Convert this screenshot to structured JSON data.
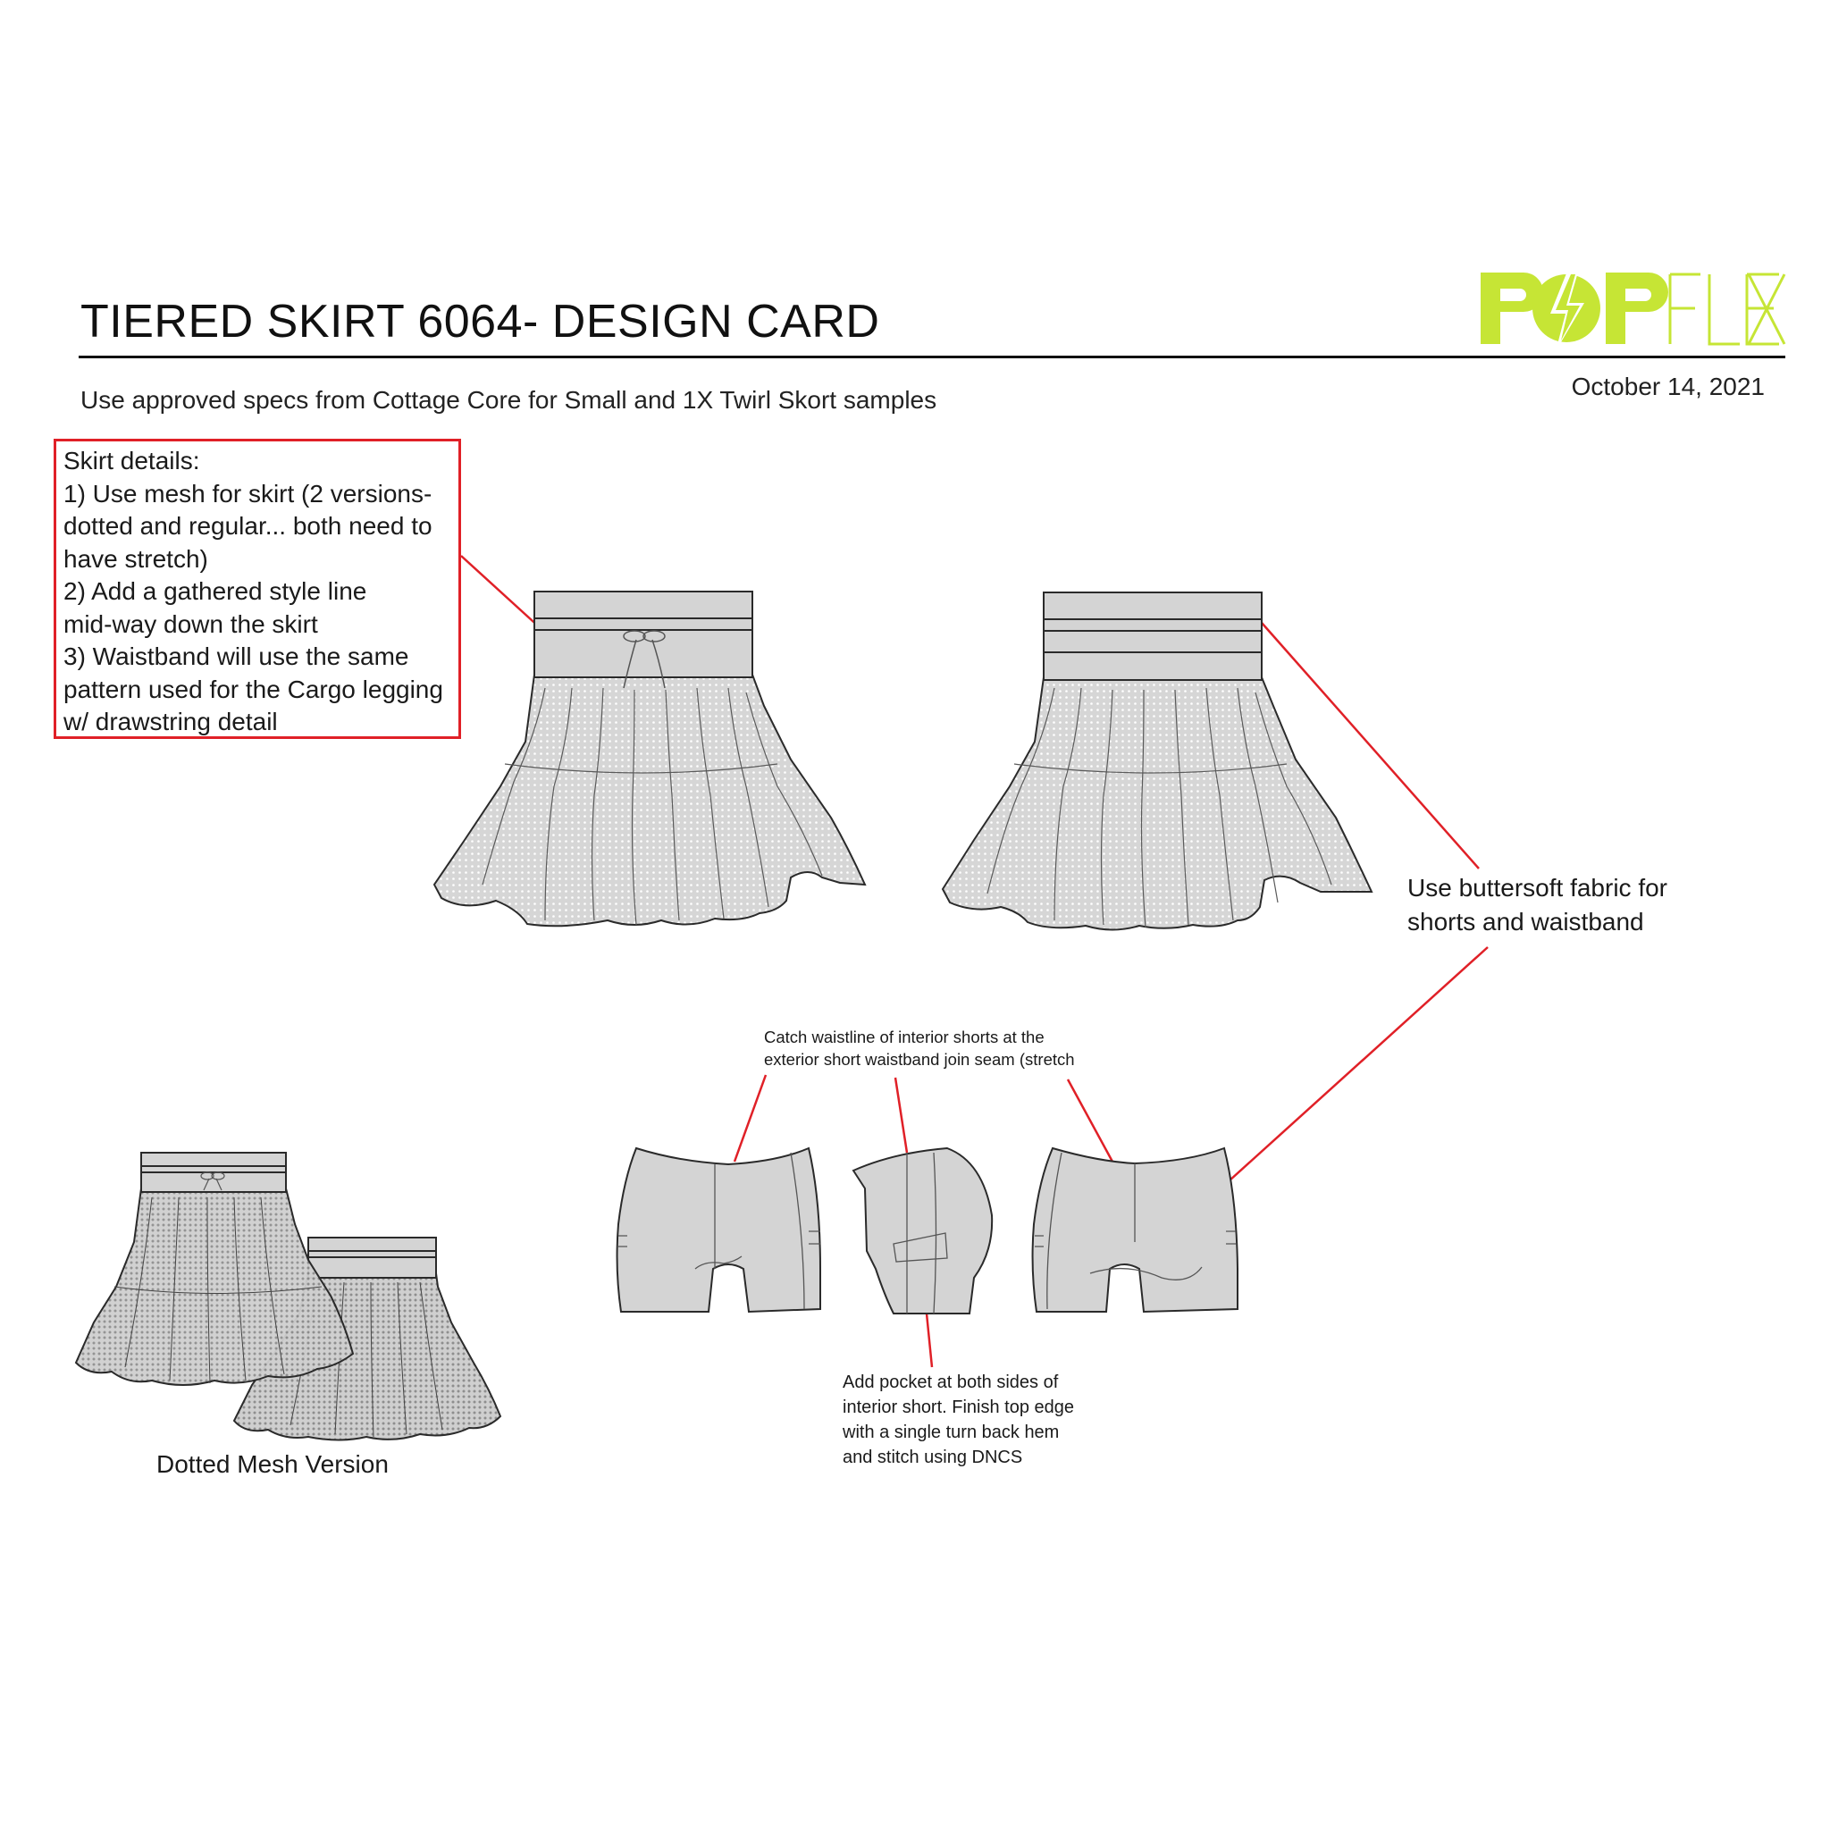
{
  "header": {
    "title": "TIERED SKIRT 6064- DESIGN CARD",
    "subtitle": "Use approved specs from Cottage Core for Small and 1X Twirl Skort samples",
    "date": "October 14, 2021",
    "logo_text": "POPFLEX"
  },
  "skirt_details": {
    "lines": [
      "Skirt details:",
      "1) Use mesh for skirt (2 versions-",
      "dotted and regular... both need to",
      "have stretch)",
      "2) Add a gathered style line",
      "mid-way down the skirt",
      "3) Waistband will use the same",
      "pattern used for the Cargo legging",
      "w/ drawstring detail"
    ]
  },
  "fabric_note": {
    "lines": [
      "Use buttersoft fabric for",
      "shorts and waistband"
    ]
  },
  "catch_note": {
    "lines": [
      "Catch waistline of interior shorts at the",
      "exterior short waistband join seam (stretch"
    ]
  },
  "pocket_note": {
    "lines": [
      "Add pocket at both sides of",
      "interior short. Finish top edge",
      "with a single turn back hem",
      "and stitch using DNCS"
    ]
  },
  "mesh_caption": "Dotted Mesh Version",
  "colors": {
    "accent_red": "#e02027",
    "logo_green": "#c6e535",
    "garment_fill": "#d4d4d4",
    "line": "#2a2a2a"
  }
}
